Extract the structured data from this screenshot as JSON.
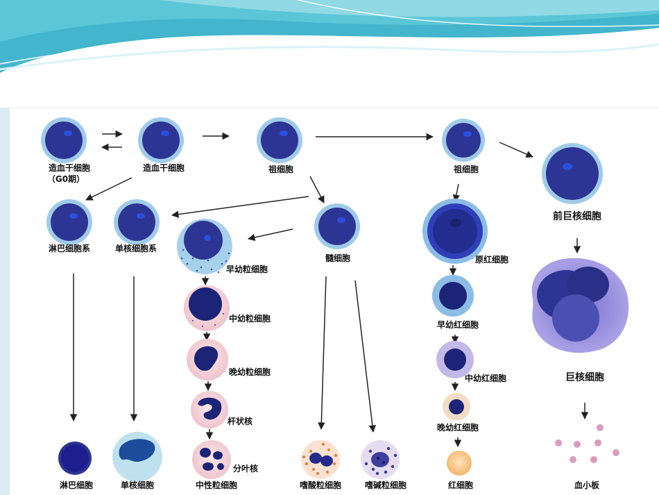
{
  "labels": {
    "hsc_g0": "造血干细胞",
    "hsc_g0_sub": "（G0期）",
    "hsc": "造血干细胞",
    "progenitor_a": "祖细胞",
    "progenitor_b": "祖细胞",
    "lymphoid": "淋巴细胞系",
    "monocytic": "单核细胞系",
    "myeloid": "髓细胞",
    "promyelocyte": "早幼粒细胞",
    "myelocyte": "中幼粒细胞",
    "metamyelocyte": "晚幼粒细胞",
    "band": "杆状核",
    "segmented": "分叶核",
    "neutrophil": "中性粒细胞",
    "eosinophil": "嗜酸粒细胞",
    "basophil": "嗜碱粒细胞",
    "lymphocyte": "淋巴细胞",
    "monocyte": "单核细胞",
    "proerythroblast": "原红细胞",
    "early_normoblast": "早幼红细胞",
    "intermediate_normoblast": "中幼红细胞",
    "late_normoblast": "晚幼红细胞",
    "erythrocyte": "红细胞",
    "promegakaryocyte": "前巨核细胞",
    "megakaryocyte": "巨核细胞",
    "platelet": "血小板"
  },
  "colors": {
    "header_teal": "#4fc1d4",
    "header_light": "#bfe8ef",
    "left_band": "#dcecf4",
    "cell_halo": "#9fcbe8",
    "cell_body": "#2d3594",
    "nucleolus": "#2a4fe0",
    "granulocyte_pink": "#f6d6dc",
    "neutro_nucleus": "#1c2478",
    "megakaryocyte": "#8f86d6",
    "erythrocyte": "#f8c98c",
    "platelet": "#d58ab4",
    "arrow": "#222222"
  }
}
